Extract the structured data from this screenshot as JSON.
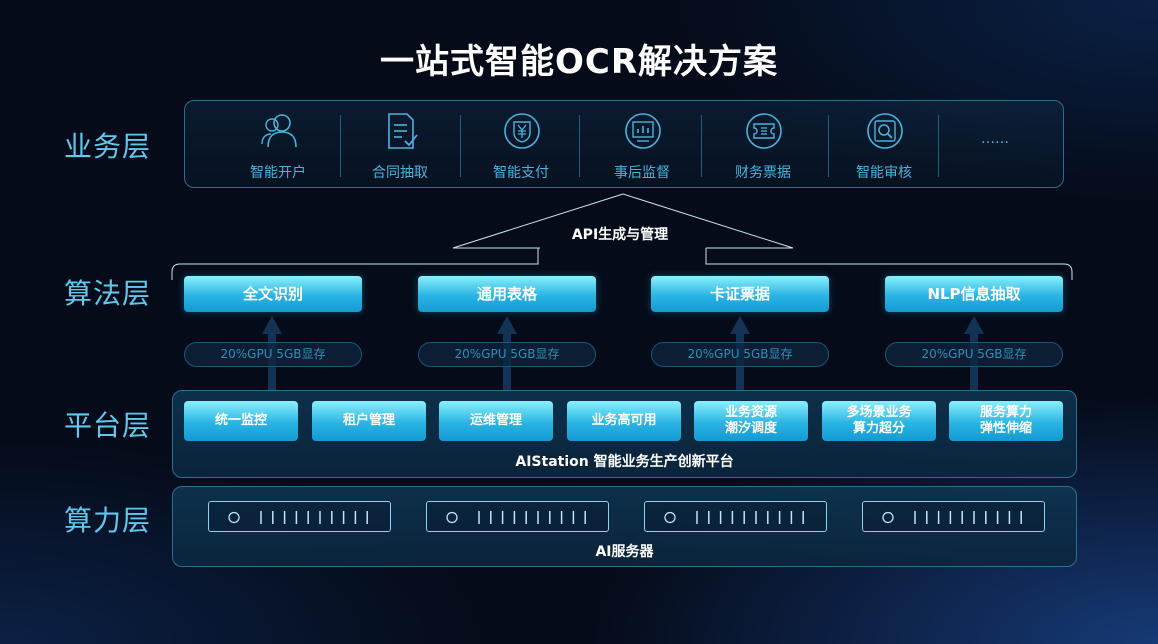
{
  "title": "一站式智能OCR解决方案",
  "layers": {
    "business": "业务层",
    "algorithm": "算法层",
    "platform": "平台层",
    "compute": "算力层"
  },
  "business_items": [
    {
      "label": "智能开户",
      "icon": "users-icon"
    },
    {
      "label": "合同抽取",
      "icon": "document-check-icon"
    },
    {
      "label": "智能支付",
      "icon": "yuan-shield-icon"
    },
    {
      "label": "事后监督",
      "icon": "monitor-chart-icon"
    },
    {
      "label": "财务票据",
      "icon": "ticket-icon"
    },
    {
      "label": "智能审核",
      "icon": "search-icon"
    }
  ],
  "business_more": "……",
  "api_label": "API生成与管理",
  "algorithm_items": [
    "全文识别",
    "通用表格",
    "卡证票据",
    "NLP信息抽取"
  ],
  "gpu_label": "20%GPU 5GB显存",
  "platform_items": [
    "统一监控",
    "租户管理",
    "运维管理",
    "业务高可用",
    "业务资源\n潮汐调度",
    "多场景业务\n算力超分",
    "服务算力\n弹性伸缩"
  ],
  "platform_caption": "AIStation 智能业务生产创新平台",
  "compute_caption": "AI服务器",
  "colors": {
    "background": "#050b19",
    "accent": "#5fc8ec",
    "button_top": "#8af0fb",
    "button_bottom": "#139ad2",
    "border": "#2e6c8c"
  }
}
